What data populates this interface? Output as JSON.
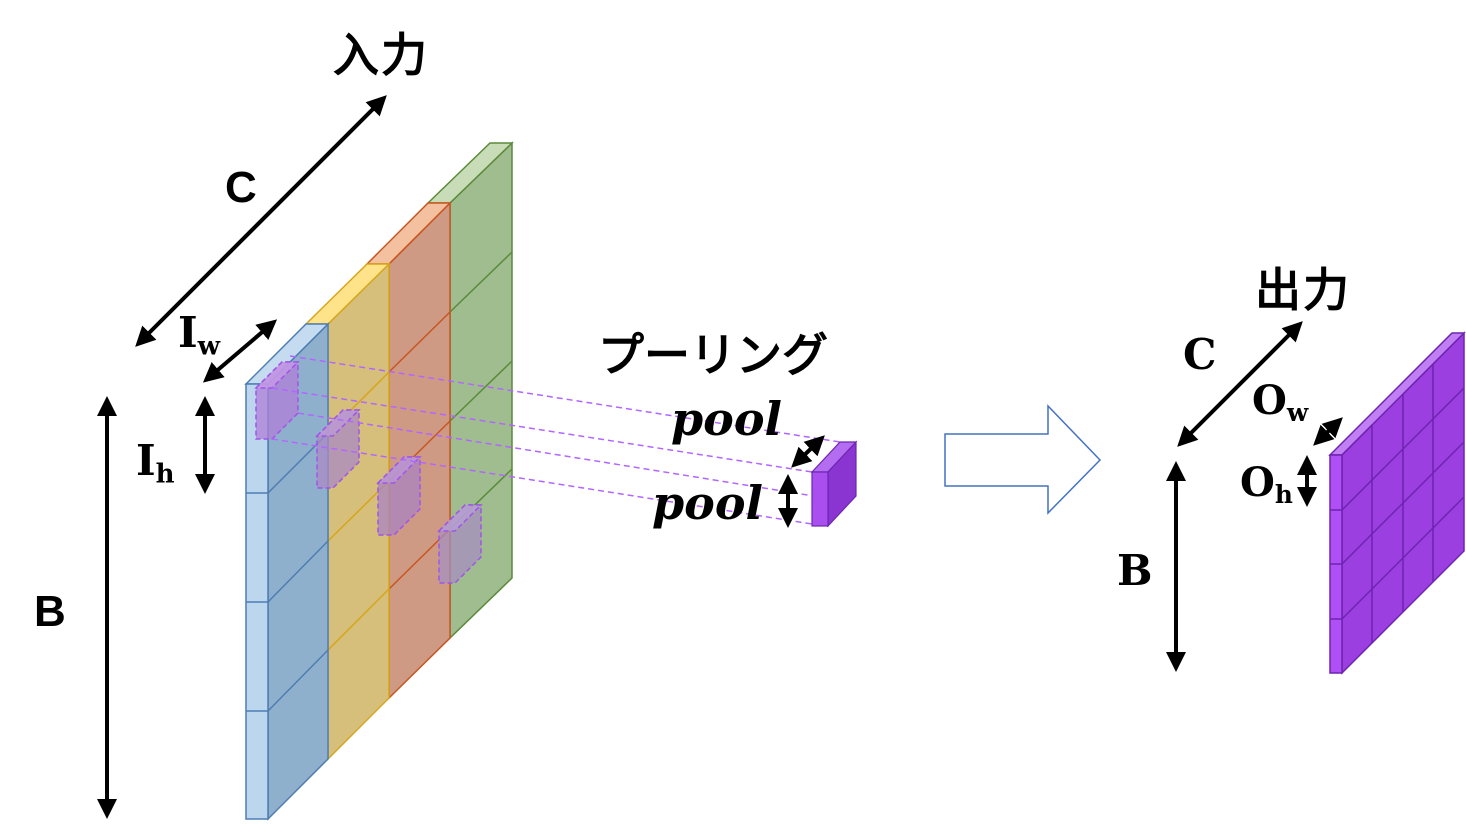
{
  "input": {
    "title": "入力",
    "c": "C",
    "b": "B",
    "iw_main": "I",
    "iw_sub": "w",
    "ih_main": "I",
    "ih_sub": "h"
  },
  "pooling": {
    "title": "プーリング",
    "pool_w": "pool",
    "pool_h": "pool"
  },
  "output": {
    "title": "出力",
    "c": "C",
    "b": "B",
    "ow_main": "O",
    "ow_sub": "w",
    "oh_main": "O",
    "oh_sub": "h"
  },
  "colors": {
    "blue_fill": "#8fb0cc",
    "blue_stroke": "#4d7db3",
    "yellow_fill": "#d6bf7a",
    "yellow_stroke": "#d6a51a",
    "orange_fill": "#cf9a84",
    "orange_stroke": "#c8551f",
    "green_fill": "#9fbd8f",
    "green_stroke": "#5b8a3a",
    "purple": "#9b3fe0",
    "purple_dark": "#6e24b0",
    "dash": "#b266ff",
    "arrow_outline": "#4472c4"
  },
  "icons": {
    "transition": "right-arrow-outline"
  }
}
